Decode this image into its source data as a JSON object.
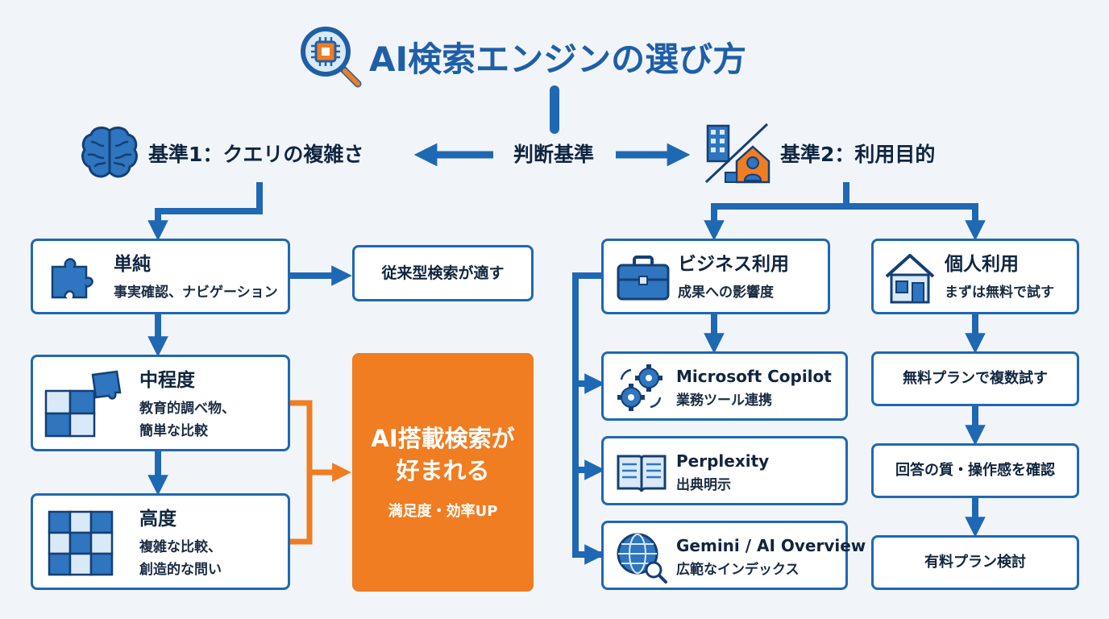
{
  "title": "AI検索エンジンの選び方",
  "center_label": "判断基準",
  "criterion1": {
    "label": "基準1：クエリの複雑さ"
  },
  "criterion2": {
    "label": "基準2：利用目的"
  },
  "left": {
    "simple": {
      "title": "単純",
      "desc": "事実確認、ナビゲーション"
    },
    "simple_result": "従来型検索が適す",
    "medium": {
      "title": "中程度",
      "desc1": "教育的調べ物、",
      "desc2": "簡単な比較"
    },
    "advanced": {
      "title": "高度",
      "desc1": "複雑な比較、",
      "desc2": "創造的な問い"
    },
    "ai_box": {
      "line1": "AI搭載検索が",
      "line2": "好まれる",
      "sub": "満足度・効率UP"
    }
  },
  "business": {
    "title": "ビジネス利用",
    "desc": "成果への影響度",
    "options": [
      {
        "name": "Microsoft Copilot",
        "desc": "業務ツール連携"
      },
      {
        "name": "Perplexity",
        "desc": "出典明示"
      },
      {
        "name": "Gemini / AI Overview",
        "desc": "広範なインデックス"
      }
    ]
  },
  "personal": {
    "title": "個人利用",
    "desc": "まずは無料で試す",
    "steps": [
      "無料プランで複数試す",
      "回答の質・操作感を確認",
      "有料プラン検討"
    ]
  },
  "colors": {
    "primary": "#1f68b3",
    "accent": "#f07d22",
    "background": "#f1f5fa"
  },
  "icons": {
    "title": "magnifier-chip-icon",
    "criterion1": "brain-icon",
    "criterion2": "office-home-icon",
    "simple": "puzzle-piece-icon",
    "medium": "puzzle-pieces-icon",
    "advanced": "puzzle-grid-icon",
    "business": "briefcase-icon",
    "personal": "house-icon",
    "copilot": "gears-icon",
    "perplexity": "book-icon",
    "gemini": "globe-search-icon"
  }
}
